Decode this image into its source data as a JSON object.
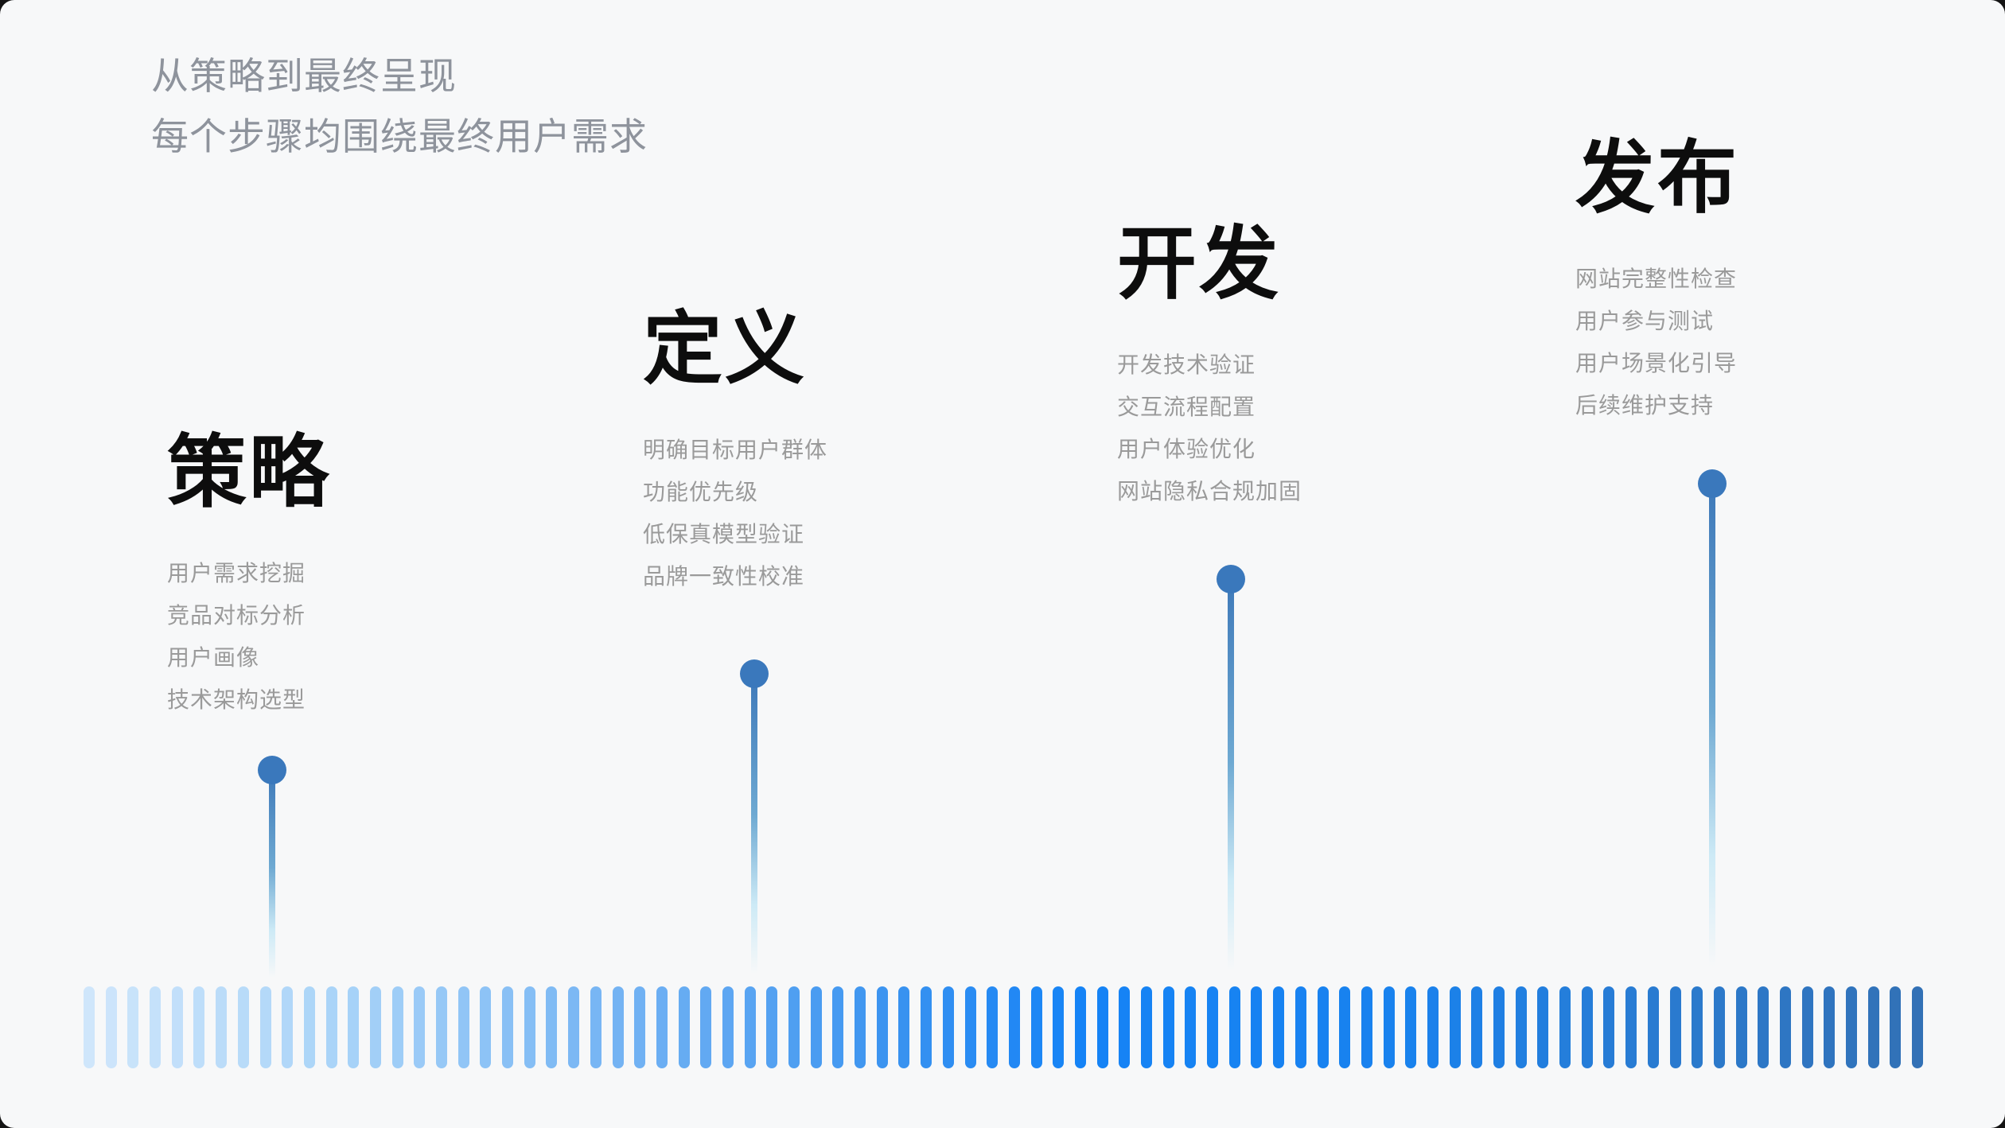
{
  "header": {
    "line1": "从策略到最终呈现",
    "line2": "每个步骤均围绕最终用户需求"
  },
  "stages": [
    {
      "title": "策略",
      "items": [
        "用户需求挖掘",
        "竞品对标分析",
        "用户画像",
        "技术架构选型"
      ]
    },
    {
      "title": "定义",
      "items": [
        "明确目标用户群体",
        "功能优先级",
        "低保真模型验证",
        "品牌一致性校准"
      ]
    },
    {
      "title": "开发",
      "items": [
        "开发技术验证",
        "交互流程配置",
        "用户体验优化",
        "网站隐私合规加固"
      ]
    },
    {
      "title": "发布",
      "items": [
        "网站完整性检查",
        "用户参与测试",
        "用户场景化引导",
        "后续维护支持"
      ]
    }
  ],
  "colors": {
    "background": "#f7f8f9",
    "header_text": "#8e939c",
    "title_text": "#0d0d0d",
    "item_text": "#9a9a9a",
    "dot": "#3a78bc",
    "stem_top": "#3e79b9",
    "stem_mid": "#6ea9d2",
    "stem_fade": "#cdeaf6"
  },
  "timeline_bars": {
    "count": 84,
    "gradient_stops": [
      {
        "pos": 0.0,
        "color": "#cfe6fb"
      },
      {
        "pos": 0.14,
        "color": "#a8d3f8"
      },
      {
        "pos": 0.3,
        "color": "#70b1f3"
      },
      {
        "pos": 0.44,
        "color": "#3a93f0"
      },
      {
        "pos": 0.54,
        "color": "#1583f6"
      },
      {
        "pos": 0.72,
        "color": "#1982ee"
      },
      {
        "pos": 0.86,
        "color": "#2a7bd0"
      },
      {
        "pos": 1.0,
        "color": "#3271b6"
      }
    ]
  }
}
